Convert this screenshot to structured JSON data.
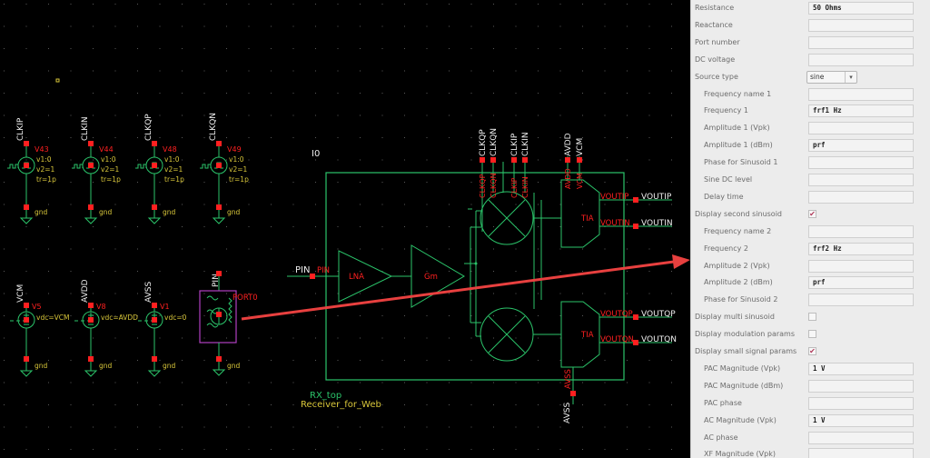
{
  "schematic": {
    "sources_top": [
      {
        "pin": "CLKIP",
        "inst": "V43",
        "p1": "v1:0",
        "p2": "v2=1",
        "p3": "tr=1p",
        "gnd": "gnd"
      },
      {
        "pin": "CLKIN",
        "inst": "V44",
        "p1": "v1:0",
        "p2": "v2=1",
        "p3": "tr=1p",
        "gnd": "gnd"
      },
      {
        "pin": "CLKQP",
        "inst": "V48",
        "p1": "v1:0",
        "p2": "v2=1",
        "p3": "tr=1p",
        "gnd": "gnd"
      },
      {
        "pin": "CLKQN",
        "inst": "V49",
        "p1": "v1:0",
        "p2": "v2=1",
        "p3": "tr=1p",
        "gnd": "gnd"
      }
    ],
    "sources_bottom": [
      {
        "pin": "VCM",
        "inst": "V5",
        "p1": "vdc=VCM",
        "gnd": "gnd"
      },
      {
        "pin": "AVDD",
        "inst": "V8",
        "p1": "vdc=AVDD",
        "gnd": "gnd"
      },
      {
        "pin": "AVSS",
        "inst": "V1",
        "p1": "vdc=0",
        "gnd": "gnd"
      }
    ],
    "port": {
      "pin": "PIN",
      "inst": "PORT0",
      "gnd": "gnd"
    },
    "block": {
      "inst": "I0",
      "cell": "RX_top",
      "lib": "Receiver_for_Web",
      "lna": "LNA",
      "gm": "Gm",
      "tia_top": "TIA",
      "tia_bottom": "TIA",
      "input_pin": "PIN",
      "input_pin_inner": "PIN",
      "top_pins_clk": [
        "CLKQP",
        "CLKQN",
        "CLKIP",
        "CLKIN"
      ],
      "top_pins_supply": [
        "AVDD",
        "VCM"
      ],
      "bottom_pin": "AVSS",
      "outputs": [
        {
          "inner": "VOUTIP",
          "outer": "VOUTIP"
        },
        {
          "inner": "VOUTIN",
          "outer": "VOUTIN"
        },
        {
          "inner": "VOUTQP",
          "outer": "VOUTQP"
        },
        {
          "inner": "VOUTQN",
          "outer": "VOUTQN"
        }
      ]
    }
  },
  "properties": [
    {
      "label": "Resistance",
      "value": "50 Ohms",
      "type": "text",
      "indent": false
    },
    {
      "label": "Reactance",
      "value": "",
      "type": "text",
      "indent": false
    },
    {
      "label": "Port number",
      "value": "",
      "type": "text",
      "indent": false
    },
    {
      "label": "DC voltage",
      "value": "",
      "type": "text",
      "indent": false
    },
    {
      "label": "Source type",
      "value": "sine",
      "type": "select",
      "indent": false
    },
    {
      "label": "Frequency name 1",
      "value": "",
      "type": "text",
      "indent": true
    },
    {
      "label": "Frequency 1",
      "value": "frf1 Hz",
      "type": "text",
      "indent": true
    },
    {
      "label": "Amplitude 1 (Vpk)",
      "value": "",
      "type": "text",
      "indent": true
    },
    {
      "label": "Amplitude 1 (dBm)",
      "value": "prf",
      "type": "text",
      "indent": true
    },
    {
      "label": "Phase for Sinusoid 1",
      "value": "",
      "type": "text",
      "indent": true
    },
    {
      "label": "Sine DC level",
      "value": "",
      "type": "text",
      "indent": true
    },
    {
      "label": "Delay time",
      "value": "",
      "type": "text",
      "indent": true
    },
    {
      "label": "Display second sinusoid",
      "value": "✔",
      "type": "check",
      "indent": false
    },
    {
      "label": "Frequency name 2",
      "value": "",
      "type": "text",
      "indent": true
    },
    {
      "label": "Frequency 2",
      "value": "frf2 Hz",
      "type": "text",
      "indent": true
    },
    {
      "label": "Amplitude 2 (Vpk)",
      "value": "",
      "type": "text",
      "indent": true
    },
    {
      "label": "Amplitude 2 (dBm)",
      "value": "prf",
      "type": "text",
      "indent": true
    },
    {
      "label": "Phase for Sinusoid 2",
      "value": "",
      "type": "text",
      "indent": true
    },
    {
      "label": "Display multi sinusoid",
      "value": "",
      "type": "check",
      "indent": false
    },
    {
      "label": "Display modulation params",
      "value": "",
      "type": "check",
      "indent": false
    },
    {
      "label": "Display small signal params",
      "value": "✔",
      "type": "check",
      "indent": false
    },
    {
      "label": "PAC Magnitude (Vpk)",
      "value": "1 V",
      "type": "text",
      "indent": true
    },
    {
      "label": "PAC Magnitude (dBm)",
      "value": "",
      "type": "text",
      "indent": true
    },
    {
      "label": "PAC phase",
      "value": "",
      "type": "text",
      "indent": true
    },
    {
      "label": "AC Magnitude (Vpk)",
      "value": "1 V",
      "type": "text",
      "indent": true
    },
    {
      "label": "AC phase",
      "value": "",
      "type": "text",
      "indent": true
    },
    {
      "label": "XF Magnitude (Vpk)",
      "value": "",
      "type": "text",
      "indent": true
    }
  ],
  "colors": {
    "wire": "#2bc46a",
    "pin_red": "#ff2020",
    "text_yellow": "#d8c63a",
    "text_white": "#f0f0f0",
    "port_box": "#b040c0",
    "arrow": "#e8403f"
  }
}
